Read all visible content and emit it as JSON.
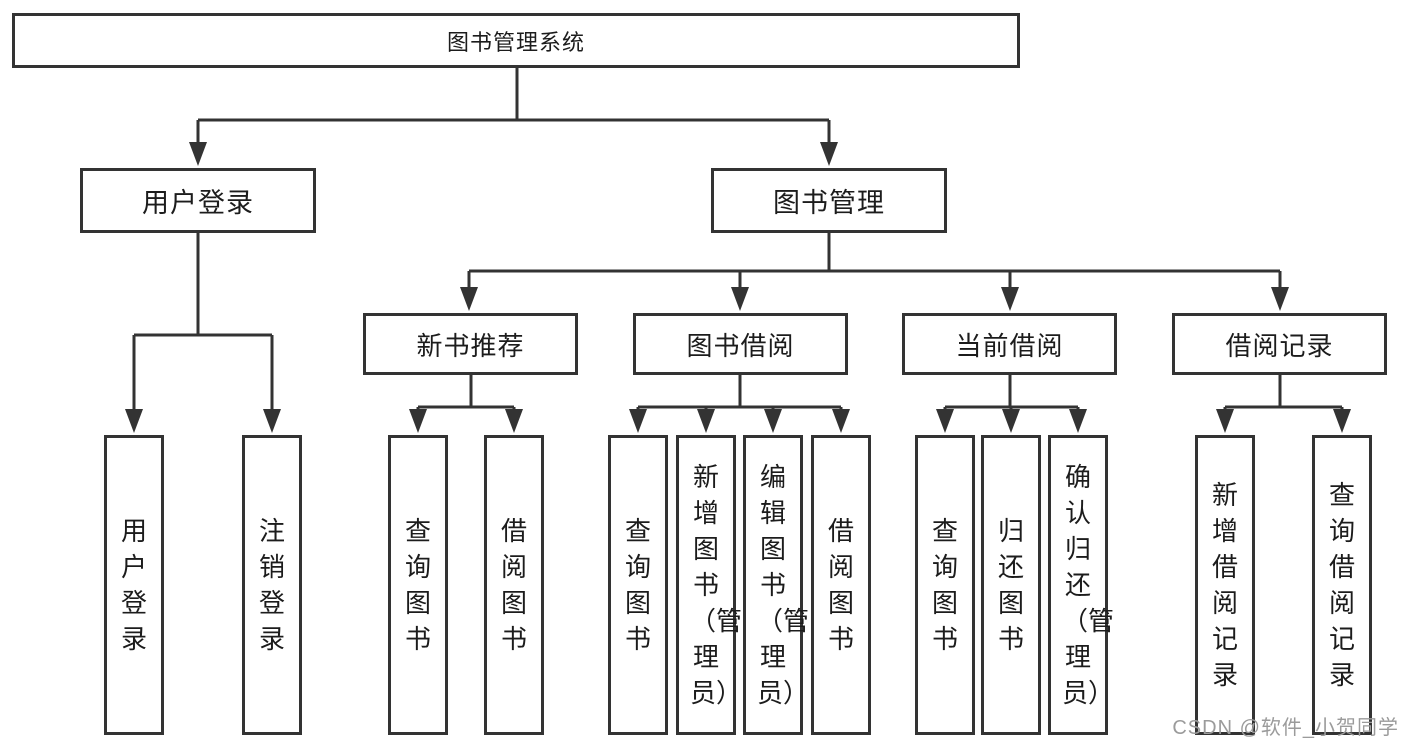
{
  "diagram": {
    "root": {
      "label": "图书管理系统"
    },
    "level2": [
      {
        "label": "用户登录"
      },
      {
        "label": "图书管理"
      }
    ],
    "level3": [
      {
        "label": "新书推荐"
      },
      {
        "label": "图书借阅"
      },
      {
        "label": "当前借阅"
      },
      {
        "label": "借阅记录"
      }
    ],
    "leaves": {
      "user_login": [
        "用户登录",
        "注销登录"
      ],
      "new_book_recommendation": [
        "查询图书",
        "借阅图书"
      ],
      "book_borrowing": [
        "查询图书",
        "新增图书（管理员）",
        "编辑图书（管理员）",
        "借阅图书"
      ],
      "current_borrowing": [
        "查询图书",
        "归还图书",
        "确认归还（管理员）"
      ],
      "borrowing_records": [
        "新增借阅记录",
        "查询借阅记录"
      ]
    }
  },
  "watermark": {
    "text": "CSDN @软件_小贺同学"
  },
  "colors": {
    "line": "#333333",
    "text": "#1c1c1c",
    "watermark": "#9b9b9b",
    "background": "#ffffff"
  }
}
